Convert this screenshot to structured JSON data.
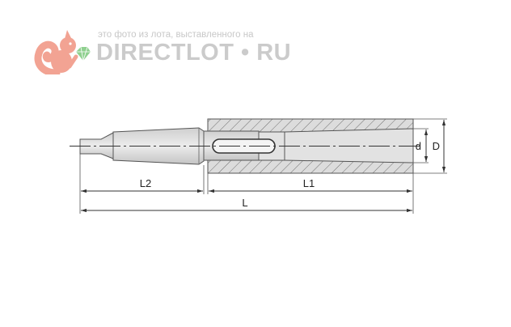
{
  "watermark": {
    "caption": "это фото из лота, выставленного на",
    "brand": "DIRECTLOT • RU",
    "logo_icon": "squirrel-gem-icon",
    "colors": {
      "squirrel": "#f2a393",
      "gem": "#8fd08f",
      "text": "#c8c8c8"
    }
  },
  "dimensions": {
    "l2": "L2",
    "l1": "L1",
    "l": "L",
    "d_small": "d",
    "d_large": "D"
  },
  "colors": {
    "steel_fill": "#d9d9d9",
    "hatch": "#777777",
    "outline": "#555555"
  }
}
